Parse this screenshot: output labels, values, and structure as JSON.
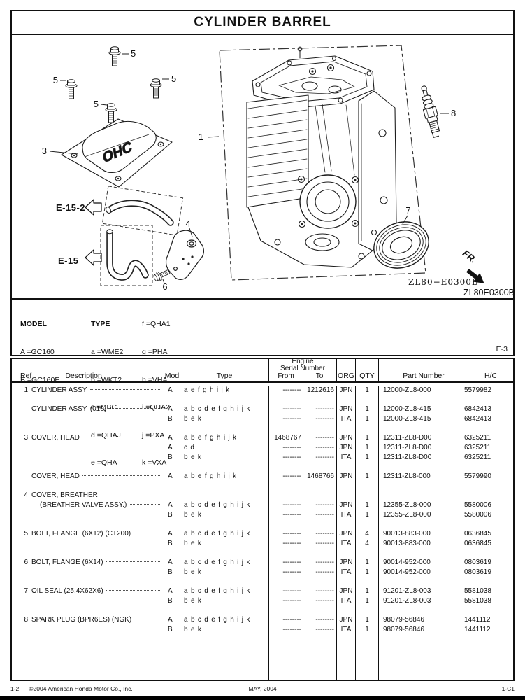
{
  "page": {
    "title": "CYLINDER BARREL",
    "footer_page": "1-2",
    "footer_copyright": "©2004  American Honda Motor Co., Inc.",
    "footer_date": "MAY, 2004",
    "footer_code": "1-C1"
  },
  "diagram": {
    "cover_text": "OHC",
    "fr": "FR.",
    "code_inner": "ZL80−E0300B",
    "code_outer": "ZL80E0300B",
    "callouts": {
      "c1": "1",
      "c3": "3",
      "c4": "4",
      "c5": "5",
      "c6": "6",
      "c7": "7",
      "c8": "8"
    },
    "refs": {
      "e15_2": "E-15-2",
      "e15": "E-15"
    }
  },
  "legend": {
    "model_header": "MODEL",
    "type_header": "TYPE",
    "models": [
      "A =GC160",
      "B =GC160E"
    ],
    "types_a": [
      "a =WME2",
      "b =WKT2",
      "c =QBC",
      "d =QHAJ",
      "e =QHA"
    ],
    "types_b": [
      "f =QHA1",
      "g =PHA",
      "h =VHA",
      "i =QHA2",
      "j =PXA",
      "k =VXA"
    ],
    "section_ref": "E-3"
  },
  "table": {
    "headers": {
      "ref": "Ref",
      "description": "Description",
      "mod": "Mod",
      "type": "Type",
      "engine": "Engine",
      "serial": "Serial Number",
      "from": "From",
      "to": "To",
      "org": "ORG",
      "qty": "QTY",
      "part_number": "Part Number",
      "hc": "H/C"
    },
    "rows": [
      {
        "ref": "1",
        "desc": "CYLINDER ASSY.",
        "mod": "A",
        "type": "a e f g h i j k",
        "from": "--------",
        "to": "1212616",
        "org": "JPN",
        "qty": "1",
        "pn": "12000-ZL8-000",
        "hc": "5579982"
      },
      {
        "ref": "",
        "desc": "CYLINDER ASSY. (010)",
        "mod": "A",
        "type": "a b c d e f g h i j k",
        "from": "--------",
        "to": "--------",
        "org": "JPN",
        "qty": "1",
        "pn": "12000-ZL8-415",
        "hc": "6842413"
      },
      {
        "ref": "",
        "desc": "",
        "mod": "B",
        "type": "b e k",
        "from": "--------",
        "to": "--------",
        "org": "ITA",
        "qty": "1",
        "pn": "12000-ZL8-415",
        "hc": "6842413"
      },
      {
        "ref": "3",
        "desc": "COVER, HEAD",
        "mod": "A",
        "type": "a b e f g h i j k",
        "from": "1468767",
        "to": "--------",
        "org": "JPN",
        "qty": "1",
        "pn": "12311-ZL8-D00",
        "hc": "6325211"
      },
      {
        "ref": "",
        "desc": "",
        "mod": "A",
        "type": "c d",
        "from": "--------",
        "to": "--------",
        "org": "JPN",
        "qty": "1",
        "pn": "12311-ZL8-D00",
        "hc": "6325211"
      },
      {
        "ref": "",
        "desc": "",
        "mod": "B",
        "type": "b e k",
        "from": "--------",
        "to": "--------",
        "org": "ITA",
        "qty": "1",
        "pn": "12311-ZL8-D00",
        "hc": "6325211"
      },
      {
        "ref": "",
        "desc": "COVER, HEAD",
        "mod": "A",
        "type": "a b e f g h i j k",
        "from": "--------",
        "to": "1468766",
        "org": "JPN",
        "qty": "1",
        "pn": "12311-ZL8-000",
        "hc": "5579990"
      },
      {
        "ref": "4",
        "desc": "COVER, BREATHER",
        "mod": "",
        "type": "",
        "from": "",
        "to": "",
        "org": "",
        "qty": "",
        "pn": "",
        "hc": ""
      },
      {
        "ref": "",
        "desc": "(BREATHER VALVE ASSY.)",
        "mod": "A",
        "type": "a b c d e f g h i j k",
        "from": "--------",
        "to": "--------",
        "org": "JPN",
        "qty": "1",
        "pn": "12355-ZL8-000",
        "hc": "5580006"
      },
      {
        "ref": "",
        "desc": "",
        "mod": "B",
        "type": "b e k",
        "from": "--------",
        "to": "--------",
        "org": "ITA",
        "qty": "1",
        "pn": "12355-ZL8-000",
        "hc": "5580006"
      },
      {
        "ref": "5",
        "desc": "BOLT, FLANGE (6X12) (CT200)",
        "mod": "A",
        "type": "a b c d e f g h i j k",
        "from": "--------",
        "to": "--------",
        "org": "JPN",
        "qty": "4",
        "pn": "90013-883-000",
        "hc": "0636845"
      },
      {
        "ref": "",
        "desc": "",
        "mod": "B",
        "type": "b e k",
        "from": "--------",
        "to": "--------",
        "org": "ITA",
        "qty": "4",
        "pn": "90013-883-000",
        "hc": "0636845"
      },
      {
        "ref": "6",
        "desc": "BOLT, FLANGE (6X14)",
        "mod": "A",
        "type": "a b c d e f g h i j k",
        "from": "--------",
        "to": "--------",
        "org": "JPN",
        "qty": "1",
        "pn": "90014-952-000",
        "hc": "0803619"
      },
      {
        "ref": "",
        "desc": "",
        "mod": "B",
        "type": "b e k",
        "from": "--------",
        "to": "--------",
        "org": "ITA",
        "qty": "1",
        "pn": "90014-952-000",
        "hc": "0803619"
      },
      {
        "ref": "7",
        "desc": "OIL SEAL (25.4X62X6)",
        "mod": "A",
        "type": "a b c d e f g h i j k",
        "from": "--------",
        "to": "--------",
        "org": "JPN",
        "qty": "1",
        "pn": "91201-ZL8-003",
        "hc": "5581038"
      },
      {
        "ref": "",
        "desc": "",
        "mod": "B",
        "type": "b e k",
        "from": "--------",
        "to": "--------",
        "org": "ITA",
        "qty": "1",
        "pn": "91201-ZL8-003",
        "hc": "5581038"
      },
      {
        "ref": "8",
        "desc": "SPARK PLUG (BPR6ES) (NGK)",
        "mod": "A",
        "type": "a b c d e f g h i j k",
        "from": "--------",
        "to": "--------",
        "org": "JPN",
        "qty": "1",
        "pn": "98079-56846",
        "hc": "1441112"
      },
      {
        "ref": "",
        "desc": "",
        "mod": "B",
        "type": "b e k",
        "from": "--------",
        "to": "--------",
        "org": "ITA",
        "qty": "1",
        "pn": "98079-56846",
        "hc": "1441112"
      }
    ]
  }
}
